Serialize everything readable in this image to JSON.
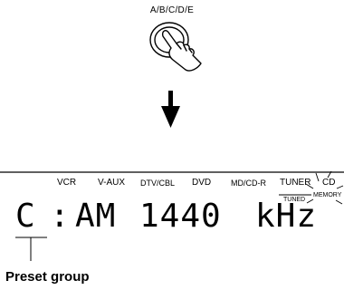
{
  "button_label": "A/B/C/D/E",
  "sources": [
    "VCR",
    "V-AUX",
    "DTV/CBL",
    "DVD",
    "MD/CD-R",
    "TUNER",
    "CD"
  ],
  "indicators": {
    "tuned": "TUNED",
    "memory": "MEMORY"
  },
  "display": {
    "group": "C",
    "colon": ":",
    "band": "AM",
    "frequency": "1440",
    "unit": "kHz"
  },
  "callout": "Preset group",
  "icons": [
    "hand-press-icon",
    "down-arrow-icon",
    "blink-rays-icon"
  ]
}
